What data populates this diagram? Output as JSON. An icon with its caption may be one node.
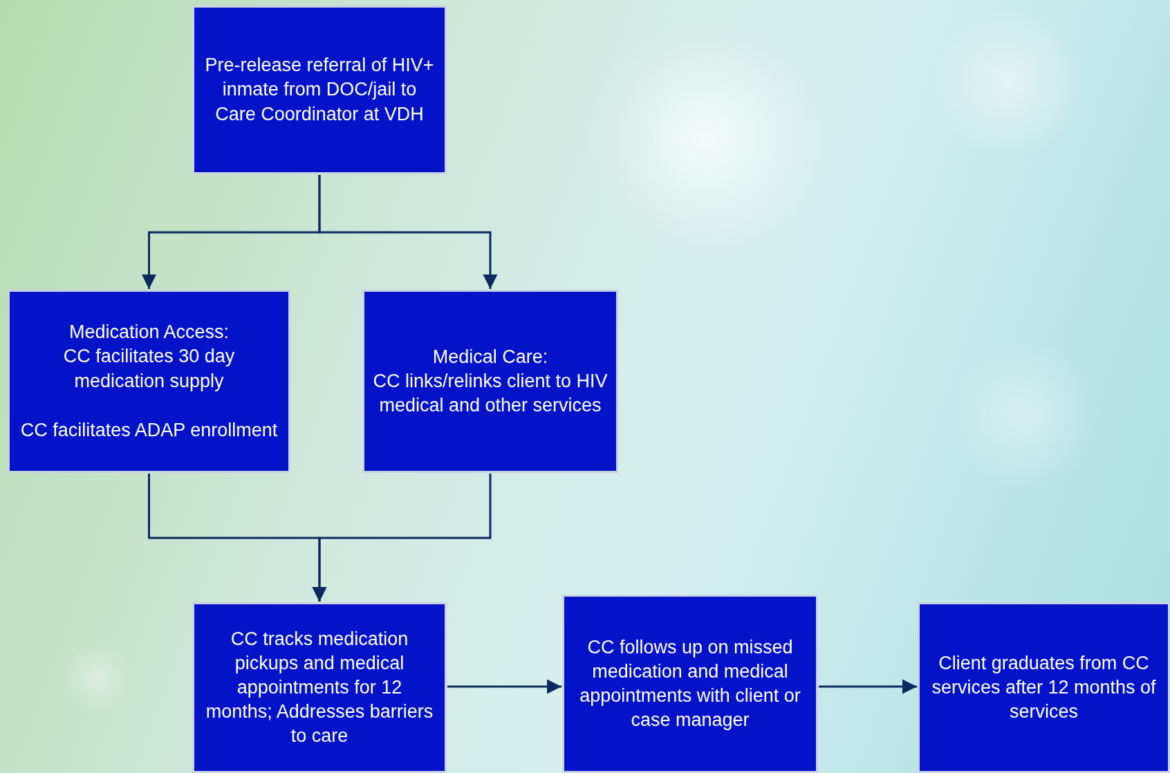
{
  "diagram": {
    "nodes": [
      {
        "text": [
          "Pre-release referral of HIV+ inmate from DOC/jail to Care Coordinator at VDH"
        ]
      },
      {
        "text": [
          "Medication Access:",
          "CC facilitates 30 day medication supply",
          "CC facilitates ADAP enrollment"
        ]
      },
      {
        "text": [
          "Medical Care:",
          "CC links/relinks client to HIV medical and other services"
        ]
      },
      {
        "text": [
          "CC tracks medication pickups and medical appointments for 12 months; Addresses barriers to care"
        ]
      },
      {
        "text": [
          "CC follows up on missed medication and medical appointments with client or case manager"
        ]
      },
      {
        "text": [
          "Client graduates from CC services after 12 months of services"
        ]
      }
    ],
    "edges": [
      {
        "from": 0,
        "to": 1,
        "arrow": "to"
      },
      {
        "from": 0,
        "to": 2,
        "arrow": "to"
      },
      {
        "from": 1,
        "to": 3,
        "arrow": "to"
      },
      {
        "from": 2,
        "to": 3,
        "arrow": "to"
      },
      {
        "from": 3,
        "to": 4,
        "arrow": "to"
      },
      {
        "from": 4,
        "to": 5,
        "arrow": "to"
      }
    ]
  }
}
